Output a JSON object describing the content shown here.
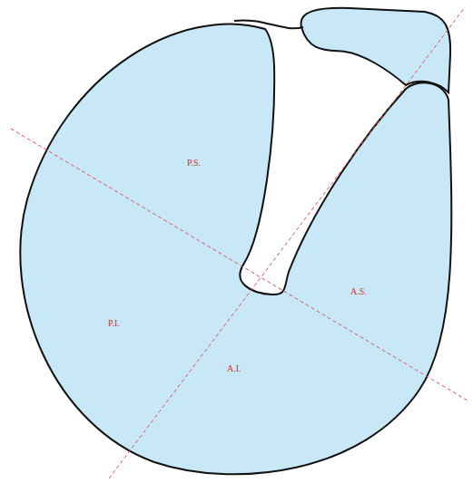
{
  "diagram": {
    "labels": [
      "P.S.",
      "P.I.",
      "A.I.",
      "A.S."
    ]
  }
}
